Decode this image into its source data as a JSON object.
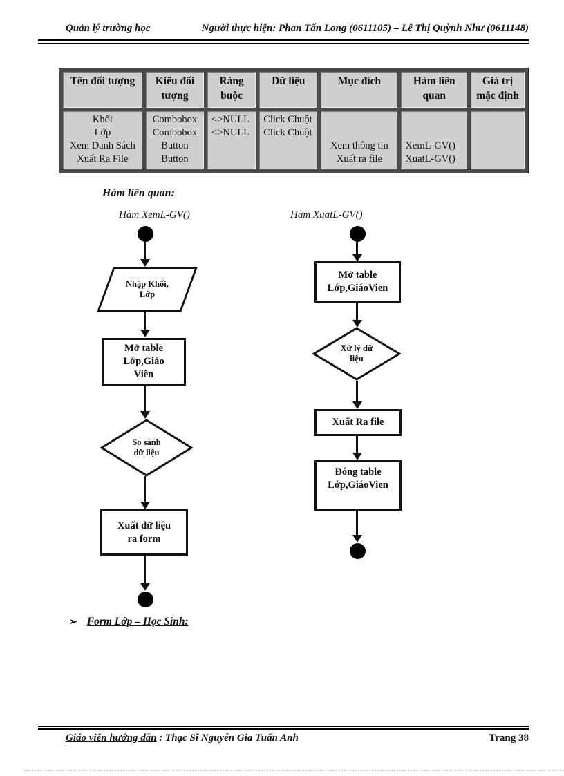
{
  "header": {
    "left": "Quản lý trường học",
    "right": "Người thực hiện: Phan Tấn Long (0611105) – Lê Thị Quỳnh Như (0611148)"
  },
  "footer": {
    "label": "Giáo viên hướng dẫn",
    "value": " : Thạc Sĩ Nguyễn Gia Tuấn Anh",
    "page": "Trang 38"
  },
  "table": {
    "headers": [
      "Tên đối tượng",
      "Kiểu đối tượng",
      "Ràng buộc",
      "Dữ liệu",
      "Mục đích",
      "Hàm liên quan",
      "Giá trị mặc định"
    ],
    "row": {
      "ten": [
        "Khối",
        "Lớp",
        "Xem Danh Sách",
        "Xuất Ra File"
      ],
      "kieu": [
        "Combobox",
        "Combobox",
        "Button",
        "Button"
      ],
      "rang": [
        "<>NULL",
        "<>NULL",
        "",
        ""
      ],
      "du_lieu": [
        "Click Chuột",
        "Click Chuột",
        "",
        ""
      ],
      "muc_dich": [
        "",
        "",
        "Xem thông tin",
        "Xuất ra file"
      ],
      "ham": [
        "",
        "",
        "XemL-GV()",
        "XuatL-GV()"
      ],
      "gia_tri": [
        "",
        "",
        "",
        ""
      ]
    }
  },
  "section": {
    "heading": "Hàm liên quan:",
    "bullet": "➢",
    "form_note": "Form Lớp – Học Sinh:"
  },
  "flow_left": {
    "title": "Hàm XemL-GV()",
    "input_l1": "Nhập Khối,",
    "input_l2": "Lớp",
    "step1_l1": "Mở table",
    "step1_l2": "Lớp,Giáo",
    "step1_l3": "Viên",
    "decision_l1": "So sánh",
    "decision_l2": "dữ liệu",
    "step2_l1": "Xuất dữ liệu",
    "step2_l2": "ra form"
  },
  "flow_right": {
    "title": "Hàm XuatL-GV()",
    "step1_l1": "Mở table",
    "step1_l2": "Lớp,GiáoVien",
    "decision_l1": "Xử lý dữ",
    "decision_l2": "liệu",
    "step2_l1": "Xuất Ra file",
    "step3_l1": "Đóng table",
    "step3_l2": "Lớp,GiáoVien"
  },
  "colors": {
    "table_cell_bg": "#cfcfcf",
    "table_gutter": "#4a4a4a",
    "ink": "#111111",
    "bottom_dots": "#b9d2b9"
  }
}
